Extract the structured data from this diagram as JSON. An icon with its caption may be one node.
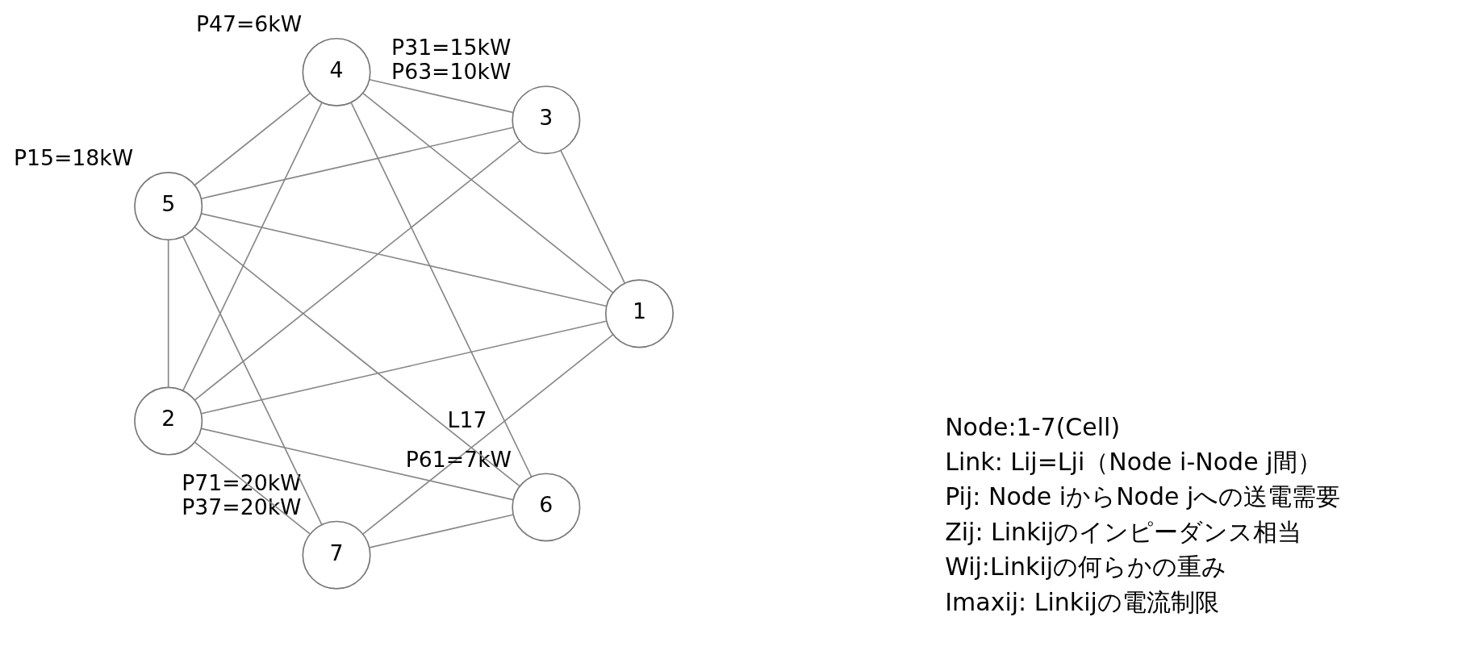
{
  "diagram": {
    "nodes": [
      {
        "text": [
          "1"
        ]
      },
      {
        "text": [
          "2"
        ]
      },
      {
        "text": [
          "3"
        ],
        "beside": [
          "P31=15kW",
          "P63=10kW"
        ]
      },
      {
        "text": [
          "4"
        ],
        "beside": [
          "P47=6kW"
        ]
      },
      {
        "text": [
          "5"
        ],
        "beside": [
          "P15=18kW"
        ]
      },
      {
        "text": [
          "6"
        ],
        "beside": [
          "P61=7kW"
        ]
      },
      {
        "text": [
          "7"
        ],
        "beside": [
          "P71=20kW",
          "P37=20kW"
        ]
      }
    ],
    "edges": [
      {
        "from": 0,
        "to": 6,
        "arrow": "none",
        "label": "L17"
      },
      {
        "from": 0,
        "to": 1,
        "arrow": "none"
      },
      {
        "from": 0,
        "to": 2,
        "arrow": "none"
      },
      {
        "from": 0,
        "to": 3,
        "arrow": "none"
      },
      {
        "from": 0,
        "to": 4,
        "arrow": "none"
      },
      {
        "from": 6,
        "to": 1,
        "arrow": "none"
      },
      {
        "from": 6,
        "to": 5,
        "arrow": "none"
      },
      {
        "from": 6,
        "to": 4,
        "arrow": "none"
      },
      {
        "from": 1,
        "to": 2,
        "arrow": "none"
      },
      {
        "from": 1,
        "to": 3,
        "arrow": "none"
      },
      {
        "from": 1,
        "to": 4,
        "arrow": "none"
      },
      {
        "from": 1,
        "to": 5,
        "arrow": "none"
      },
      {
        "from": 5,
        "to": 4,
        "arrow": "none"
      },
      {
        "from": 5,
        "to": 3,
        "arrow": "none"
      },
      {
        "from": 2,
        "to": 4,
        "arrow": "none"
      },
      {
        "from": 2,
        "to": 3,
        "arrow": "none"
      },
      {
        "from": 4,
        "to": 3,
        "arrow": "none"
      }
    ],
    "labels": [
      "Node:1-7(Cell)",
      "Link: Lij=Lji（Node i-Node j間）",
      "Pij: Node iからNode jへの送電需要",
      "Zij: Linkijのインピーダンス相当",
      "Wij:Linkijの何らかの重み",
      "Imaxij: Linkijの電流制限"
    ]
  }
}
